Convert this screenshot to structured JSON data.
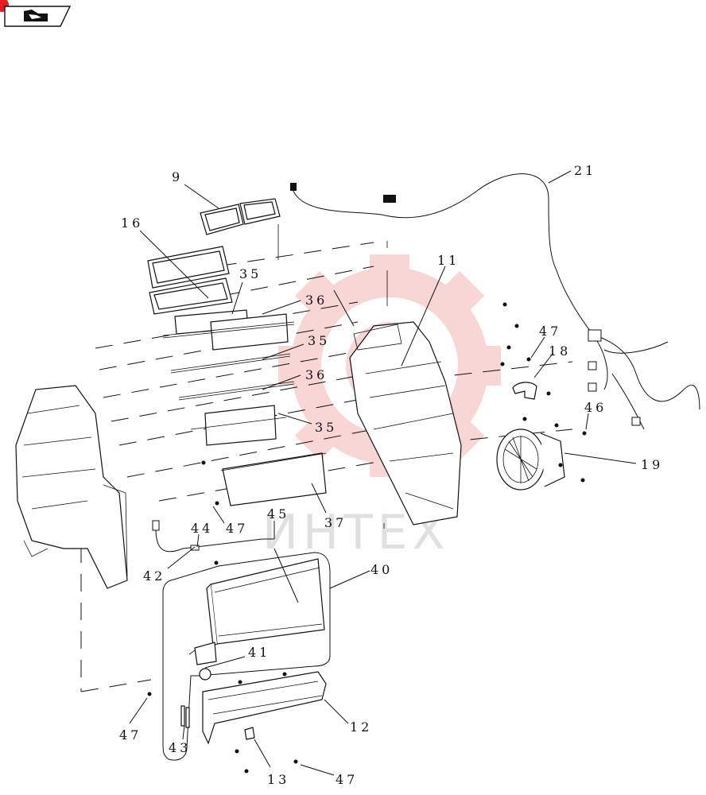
{
  "colors": {
    "badge": "#e31e24",
    "lines": "#111111",
    "watermark_gear": "#f4b6b6",
    "watermark_text": "#e0e0e0"
  },
  "nav": {
    "icon": "page-flip-icon"
  },
  "watermark": {
    "text": "ИНТЕХ"
  },
  "callouts": [
    {
      "id": "c9",
      "text": "9"
    },
    {
      "id": "c16",
      "text": "16"
    },
    {
      "id": "c35a",
      "text": "35"
    },
    {
      "id": "c36a",
      "text": "36"
    },
    {
      "id": "c35b",
      "text": "35"
    },
    {
      "id": "c36b",
      "text": "36"
    },
    {
      "id": "c35c",
      "text": "35"
    },
    {
      "id": "c37",
      "text": "37"
    },
    {
      "id": "c47a",
      "text": "47"
    },
    {
      "id": "c11",
      "text": "11"
    },
    {
      "id": "c21",
      "text": "21"
    },
    {
      "id": "c47b",
      "text": "47"
    },
    {
      "id": "c18",
      "text": "18"
    },
    {
      "id": "c46",
      "text": "46"
    },
    {
      "id": "c19",
      "text": "19"
    },
    {
      "id": "c44",
      "text": "44"
    },
    {
      "id": "c45",
      "text": "45"
    },
    {
      "id": "c42",
      "text": "42"
    },
    {
      "id": "c40",
      "text": "40"
    },
    {
      "id": "c41",
      "text": "41"
    },
    {
      "id": "c47c",
      "text": "47"
    },
    {
      "id": "c43",
      "text": "43"
    },
    {
      "id": "c12",
      "text": "12"
    },
    {
      "id": "c13",
      "text": "13"
    },
    {
      "id": "c47d",
      "text": "47"
    }
  ]
}
